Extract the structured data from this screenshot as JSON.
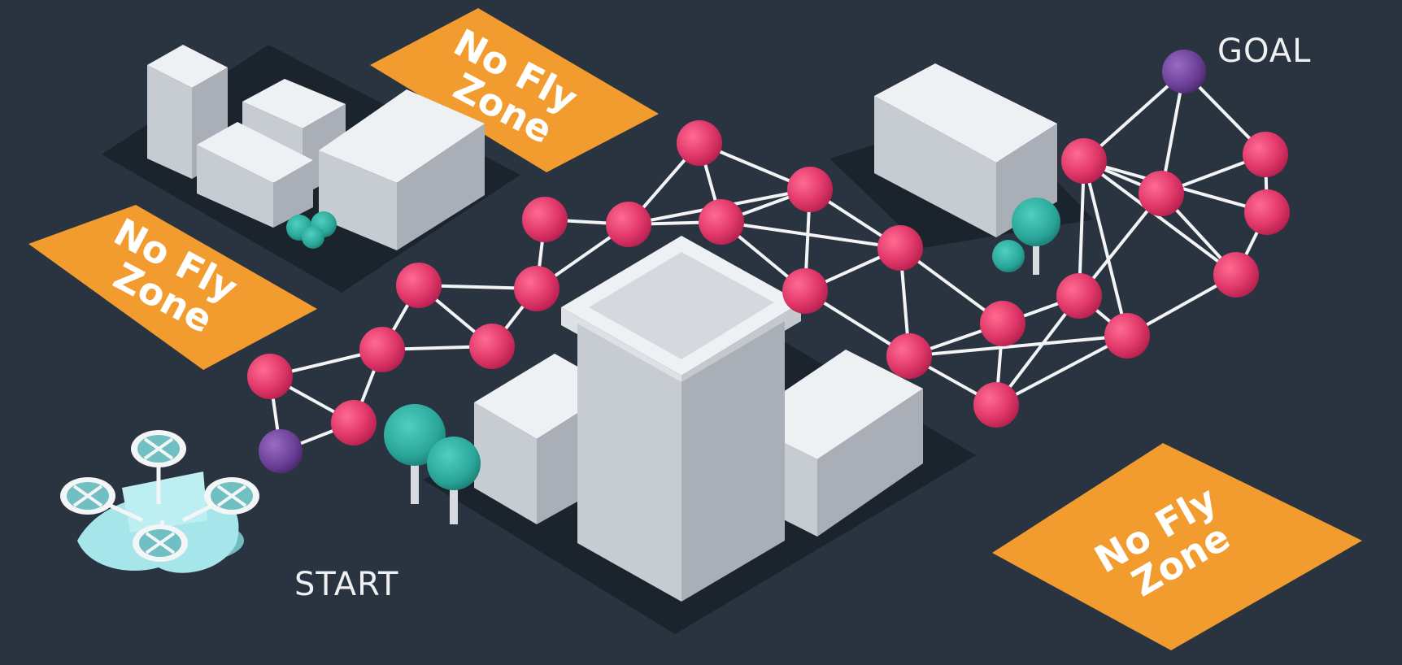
{
  "labels": {
    "start": "START",
    "goal": "GOAL"
  },
  "no_fly_zone": {
    "line1": "No Fly",
    "line2": "Zone"
  },
  "colors": {
    "background": "#2a3440",
    "node": "#e23a6b",
    "endpoint_node": "#6b3f96",
    "zone": "#f29b2e",
    "building": "#dfe3e8",
    "tree": "#2aa699",
    "edge": "#f2f4f6"
  },
  "icons": {
    "drone": "quadcopter-drone-icon",
    "tree": "tree-icon",
    "building": "building-icon"
  }
}
